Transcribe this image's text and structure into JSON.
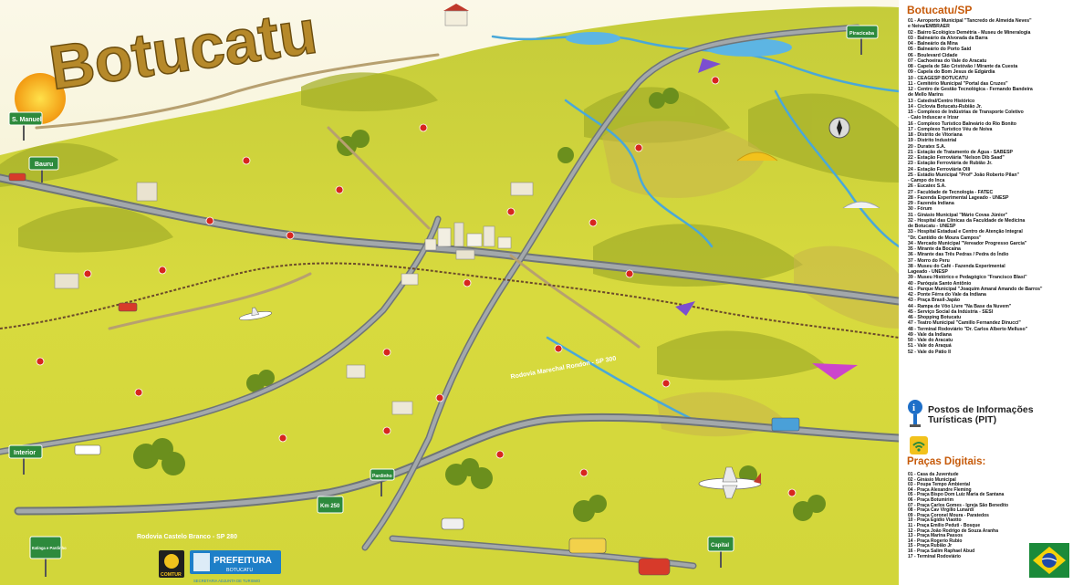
{
  "map": {
    "title": "Botucatu",
    "signs": {
      "sao_manuel": "S. Manuel",
      "bauru": "Bauru",
      "piracicaba": "Piracicaba",
      "interior": "Interior",
      "itatinga": "Itatinga e Pardinho",
      "pardinho": "Pardinho",
      "capital": "Capital",
      "km": "Km 250"
    },
    "roads": {
      "marechal_rondon": "Rodovia Marechal Rondon - SP 300",
      "castelo_branco": "Rodovia Castelo Branco - SP 280"
    },
    "footer": {
      "comtur": "COMTUR",
      "prefeitura": "PREFEITURA",
      "prefeitura_sub": "BOTUCATU",
      "secretaria": "SECRETARIA ADJUNTA DE TURISMO"
    },
    "colors": {
      "terrain": "#d7d83a",
      "hill": "#a6b02a",
      "road": "#8a8f92",
      "water": "#4aa8d8",
      "sky": "#f6f3dc",
      "title": "#b6892a"
    }
  },
  "legend": {
    "title": "Botucatu/SP",
    "poi": [
      "01 - Aeroporto Municipal \"Tancredo de Almeida Neves\"",
      "     e Neiva/EMBRAER",
      "02 - Bairro Ecológico Demétria - Museu de Mineralogia",
      "03 - Balneário da Alvorada da Barra",
      "04 - Balneário da Mina",
      "05 - Balneário do Porto Said",
      "06 - Boulevard Cidade",
      "07 - Cachoeiras do Vale do Aracatu",
      "08 - Capela de São Cristóvão / Mirante da Cuesta",
      "09 - Capela do Bom Jesus de Edgárdia",
      "10 - CEAGESP BOTUCATU",
      "11 - Cemitério Municipal \"Portal das Cruzes\"",
      "12 - Centro de Gestão Tecnológica - Fernando Bandeira",
      "     de Mello Marins",
      "13 - Catedral/Centro Histórico",
      "14 - Ciclovia Botucatu-Rubião Jr.",
      "15 - Complexo de Indústrias de Transporte Coletivo",
      "     - Caio Induscar e Irizar",
      "16 - Complexo Turístico Balneário do Rio Bonito",
      "17 - Complexo Turístico Véu de Noiva",
      "18 - Distrito de Vitoriana",
      "19 - Distrito Industrial",
      "20 - Duratex S.A.",
      "21 - Estação de Tratamento de Água - SABESP",
      "22 - Estação Ferroviária \"Nelson Dib Saad\"",
      "23 - Estação Ferroviária de Rubião Jr.",
      "24 - Estação Ferroviária Olli",
      "25 - Estádio Municipal \"Prof° João Roberto Pilan\"",
      "     - Campo do Inca",
      "26 - Eucatex S.A.",
      "27 - Faculdade de Tecnologia - FATEC",
      "28 - Fazenda Experimental Lageado - UNESP",
      "29 - Fazenda Indiana",
      "30 - Fórum",
      "31 - Ginásio Municipal \"Mário Covas Júnior\"",
      "32 - Hospital das Clínicas da Faculdade de Medicina",
      "     de Botucatu - UNESP",
      "33 - Hospital Estadual e Centro de Atenção Integral",
      "     \"Dr. Cantídio de Moura Campos\"",
      "34 - Mercado Municipal \"Vereador Progresso Garcia\"",
      "35 - Mirante da Bocaina",
      "36 - Mirante das Três Pedras / Pedra do Índio",
      "37 - Morro do Peru",
      "38 - Museu do Café - Fazenda Experimental",
      "     Lageado - UNESP",
      "39 - Museu Histórico e Pedagógico \"Francisco Blasi\"",
      "40 - Paróquia Santo Antônio",
      "41 - Parque Municipal \"Joaquim Amaral Amando de Barros\"",
      "42 - Ponte Férra do Vale da Indiana",
      "43 - Praça Brasil-Japão",
      "44 - Rampa de Vôo Livre \"Na Base da Nuvem\"",
      "45 - Serviço Social da Indústria - SESI",
      "46 - Shopping Botucatu",
      "47 - Teatro Municipal \"Camillo Fernandez Dinucci\"",
      "48 - Terminal Rodoviário \"Dr. Carlos Alberto Melluso\"",
      "49 - Vale da Indiana",
      "50 - Vale do Aracatu",
      "51 - Vale do Araquá",
      "52 - Vale do Pátio II"
    ],
    "pit_label": "Postos de Informações\nTurísticas (PIT)",
    "pracas_title": "Praças Digitais:",
    "pracas": [
      "01 - Casa da Juventude",
      "02 - Ginásio Municipal",
      "03 - Poupa Tempo Ambiental",
      "04 - Praça Alexandre Fleming",
      "05 - Praça Bispo Dom Luiz Maria de Santana",
      "06 - Praça Botumirim",
      "07 - Praça Carlos Gomes - Igreja São Benedito",
      "08 - Praça Cav Virgílio Lunardi",
      "09 - Praça Coronel Moura - Paratedos",
      "10 - Praça Egídio Viaotto",
      "11 - Praça Emílio Peduti - Bosque",
      "12 - Praça João Rodrigo de Souza Aranha",
      "13 - Praça Marina Passos",
      "14 - Praça Rogerio Rubio",
      "15 - Praça Rubião Jr",
      "16 - Praça Salim Raphael Abud",
      "17 - Terminal Rodoviário"
    ]
  }
}
